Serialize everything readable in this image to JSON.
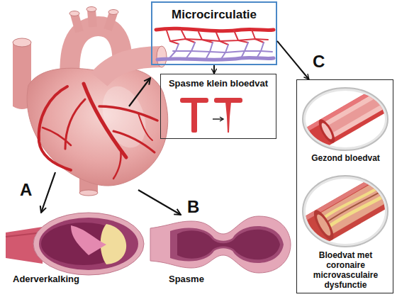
{
  "diagram": {
    "nodes": [
      {
        "text": [
          "Microcirculatie"
        ]
      },
      {
        "text": [
          "Spasme klein bloedvat"
        ]
      },
      {
        "text": [
          "C"
        ]
      },
      {
        "text": [
          "Gezond bloedvat"
        ],
        "in": 2
      },
      {
        "text": [
          "Bloedvat met coronaire microvasculaire dysfunctie"
        ],
        "in": 2
      },
      {
        "text": [
          "Aderverkalking"
        ]
      },
      {
        "text": [
          "Spasme"
        ]
      }
    ],
    "edges": [
      {
        "from": 0,
        "to": 1,
        "arrow": "to"
      },
      {
        "from": 0,
        "to": 2,
        "arrow": "to"
      }
    ],
    "labels": [
      "A",
      "B"
    ]
  }
}
